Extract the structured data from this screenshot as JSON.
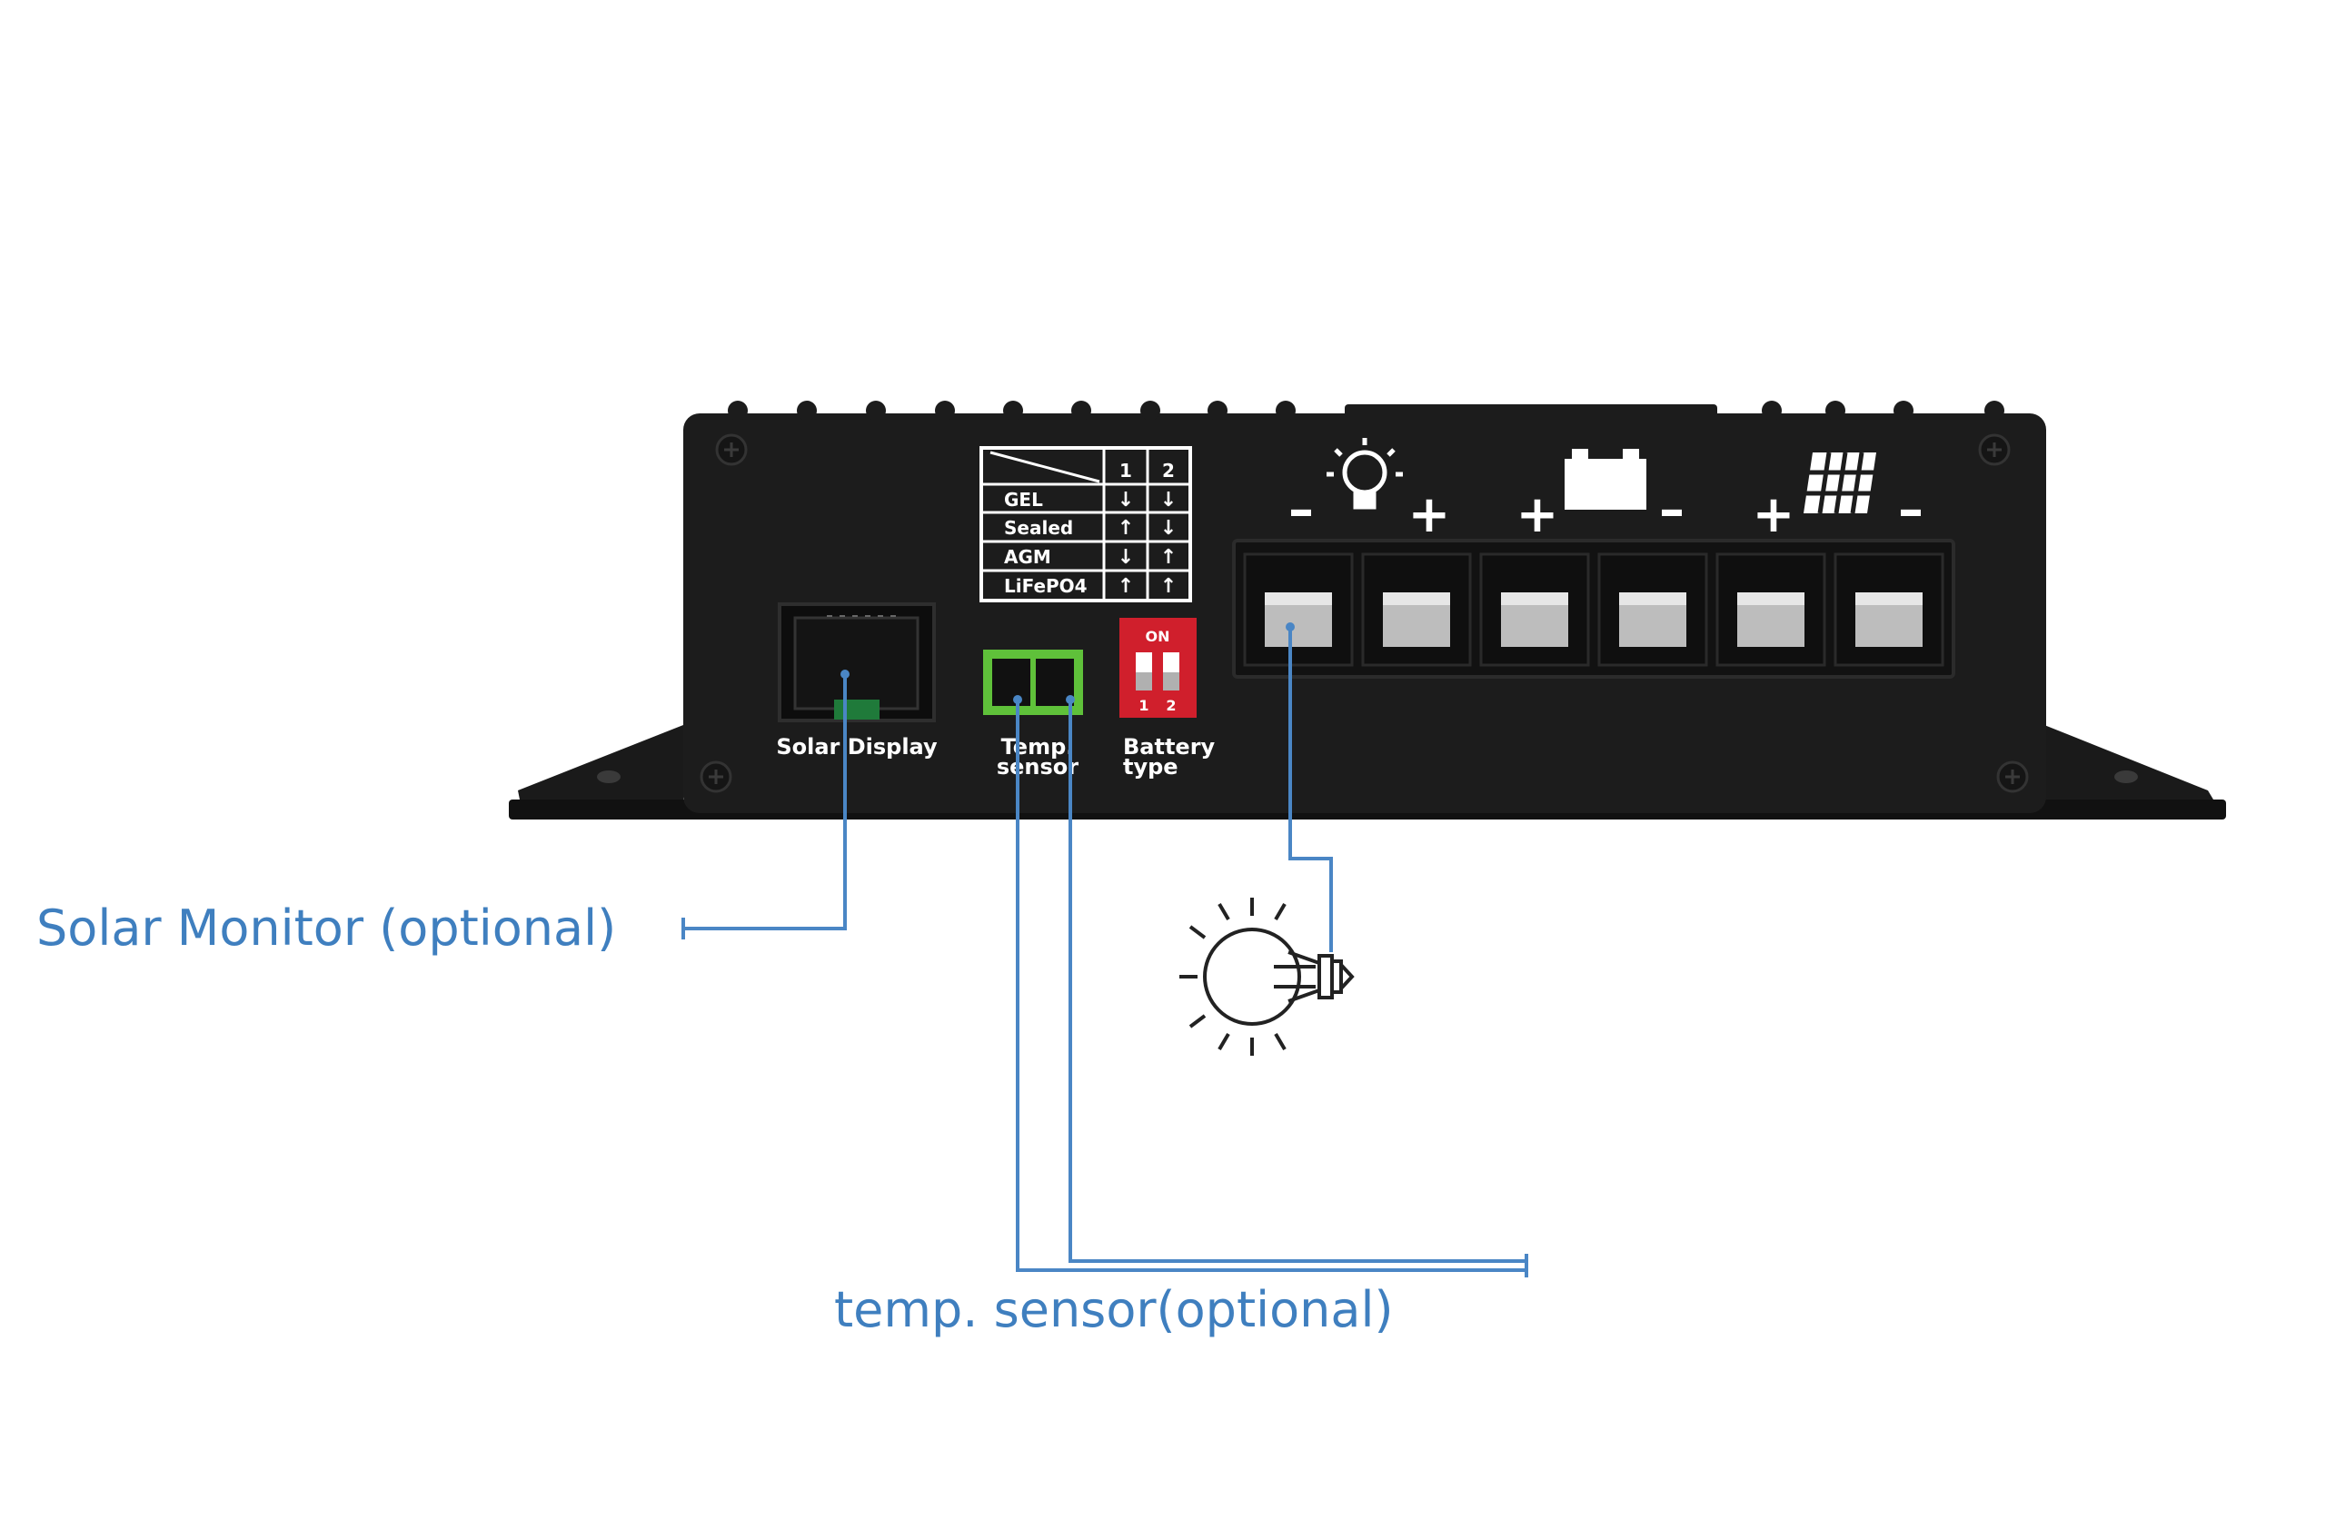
{
  "colors": {
    "callout": "#4a86c5",
    "device_body": "#1c1c1c",
    "dip_switch_red": "#d01f2c",
    "connector_green": "#5fc13a",
    "terminal_silver": "#bdbdbd"
  },
  "icons": [
    "lamp-icon",
    "battery-icon",
    "solar-panel-icon",
    "light-bulb-icon"
  ],
  "device": {
    "battery_table": {
      "col1": "1",
      "col2": "2",
      "rows": [
        {
          "type": "GEL",
          "s1": "↓",
          "s2": "↓"
        },
        {
          "type": "Sealed",
          "s1": "↑",
          "s2": "↓"
        },
        {
          "type": "AGM",
          "s1": "↓",
          "s2": "↑"
        },
        {
          "type": "LiFePO4",
          "s1": "↑",
          "s2": "↑"
        }
      ]
    },
    "dip": {
      "on": "ON",
      "n1": "1",
      "n2": "2"
    },
    "port_labels": {
      "solar_display": "Solar Display",
      "temp_line1": "Temp.",
      "temp_line2": "sensor",
      "battery_line1": "Battery",
      "battery_line2": "type"
    },
    "polarity": {
      "load_minus": "–",
      "load_plus": "+",
      "battery_plus": "+",
      "battery_minus": "–",
      "solar_plus": "+",
      "solar_minus": "–"
    }
  },
  "callouts": {
    "solar_monitor": "Solar Monitor (optional)",
    "temp_sensor": "temp. sensor(optional)"
  }
}
